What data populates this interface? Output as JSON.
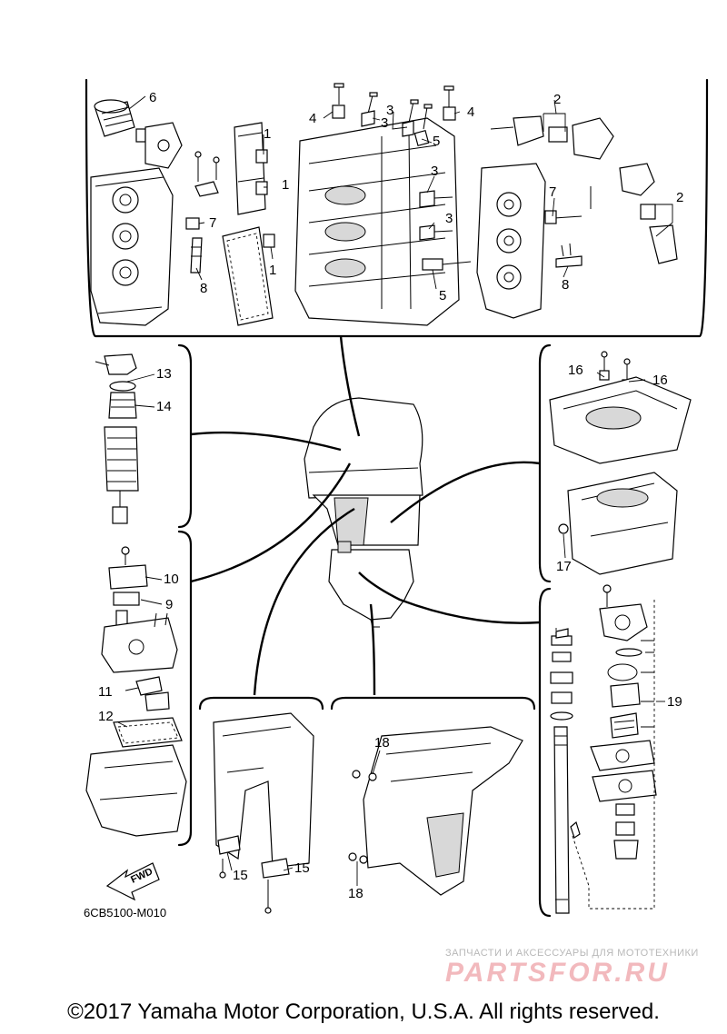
{
  "labels": {
    "p1": "1",
    "p2": "2",
    "p3": "3",
    "p4": "4",
    "p5": "5",
    "p6": "6",
    "p7": "7",
    "p8": "8",
    "p9": "9",
    "p10": "10",
    "p11": "11",
    "p12": "12",
    "p13": "13",
    "p14": "14",
    "p15": "15",
    "p16": "16",
    "p17": "17",
    "p18": "18",
    "p19": "19"
  },
  "fwd_label": "FWD",
  "diagram_code": "6CB5100-M010",
  "watermark": {
    "tagline": "ЗАПЧАСТИ И АКСЕССУАРЫ ДЛЯ МОТОТЕХНИКИ",
    "brand": "PARTSFOR.RU"
  },
  "copyright": "©2017 Yamaha Motor Corporation, U.S.A. All rights reserved."
}
